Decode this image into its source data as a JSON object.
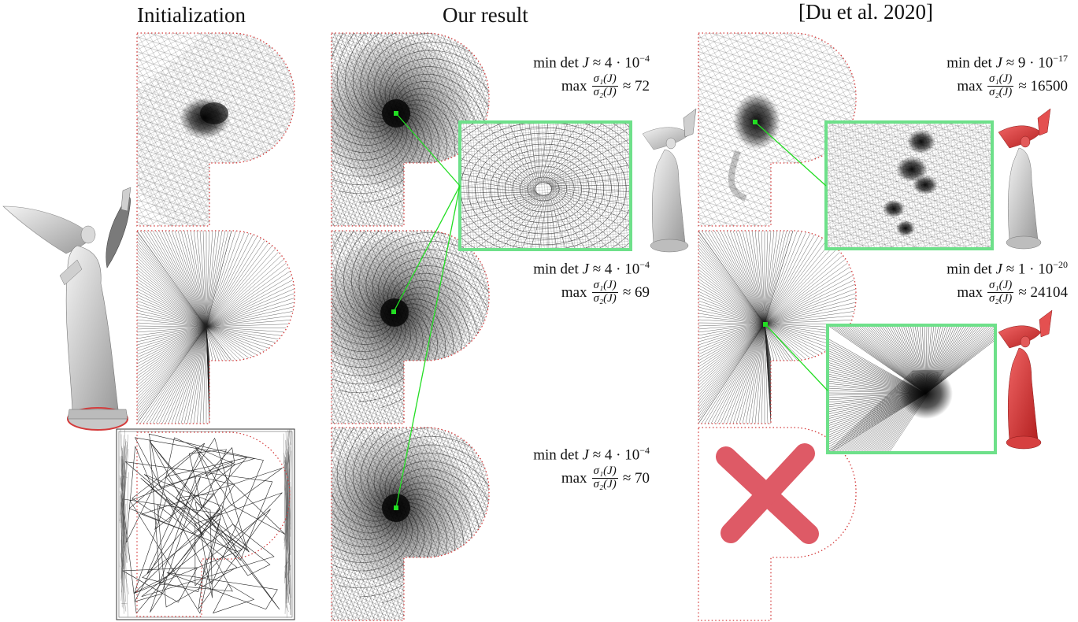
{
  "figure": {
    "columns": [
      {
        "title": "Initialization"
      },
      {
        "title": "Our result"
      },
      {
        "title": "[Du et al. 2020]"
      }
    ],
    "metrics": [
      {
        "min_det_label": "min det",
        "J": "J",
        "min_det_value": "≈ 4 · 10",
        "min_det_exp": "−4",
        "max_label": "max",
        "ratio_num": "σ₁(J)",
        "ratio_den": "σ₂(J)",
        "max_value": "≈ 72"
      },
      {
        "min_det_label": "min det",
        "J": "J",
        "min_det_value": "≈ 9 · 10",
        "min_det_exp": "−17",
        "max_label": "max",
        "ratio_num": "σ₁(J)",
        "ratio_den": "σ₂(J)",
        "max_value": "≈ 16500"
      },
      {
        "min_det_label": "min det",
        "J": "J",
        "min_det_value": "≈ 4 · 10",
        "min_det_exp": "−4",
        "max_label": "max",
        "ratio_num": "σ₁(J)",
        "ratio_den": "σ₂(J)",
        "max_value": "≈ 69"
      },
      {
        "min_det_label": "min det",
        "J": "J",
        "min_det_value": "≈ 1 · 10",
        "min_det_exp": "−20",
        "max_label": "max",
        "ratio_num": "σ₁(J)",
        "ratio_den": "σ₂(J)",
        "max_value": "≈ 24104"
      },
      {
        "min_det_label": "min det",
        "J": "J",
        "min_det_value": "≈ 4 · 10",
        "min_det_exp": "−4",
        "max_label": "max",
        "ratio_num": "σ₁(J)",
        "ratio_den": "σ₂(J)",
        "max_value": "≈ 70"
      }
    ],
    "colors": {
      "boundary": "#d43b3b",
      "mesh": "#222222",
      "inset_border": "#6ee08a",
      "connector": "#22dd22",
      "failure_mark": "#de5a66",
      "statue_red": "#e03a3a",
      "statue_gray": "#d8d8d8"
    },
    "failure_icon": "failure-x-icon"
  }
}
